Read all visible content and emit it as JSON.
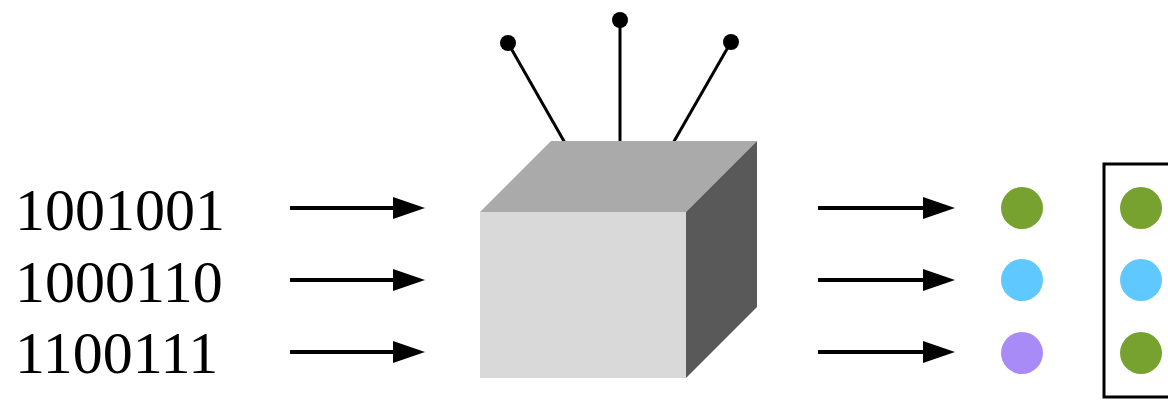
{
  "diagram": {
    "labels": [
      "1001001",
      "1000110",
      "1100111"
    ]
  }
}
